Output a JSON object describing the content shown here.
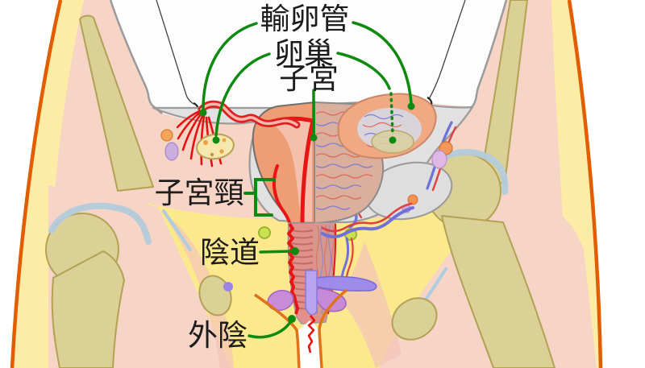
{
  "diagram": {
    "type": "anatomical-illustration",
    "subject": "female reproductive system, frontal view in pelvis"
  },
  "labels": {
    "fallopian_tube": "輸卵管",
    "ovary": "卵巢",
    "uterus": "子宮",
    "cervix": "子宮頸",
    "vagina": "陰道",
    "vulva": "外陰"
  },
  "annotation": {
    "leader_color": "#0e8a10",
    "text_color": "#1c1c1c"
  },
  "palette": {
    "skin_outline_orange": "#e25c00",
    "fat_yellow": "#fdeca6",
    "inner_fat_yellow": "#fce98e",
    "flesh_pink": "#f6d4c6",
    "bone_tan": "#dbd096",
    "cartilage_blue": "#b3cbdc",
    "pelvic_cavity_gray": "#e1e1e1",
    "organ_red": "#e81515",
    "uterus_salmon": "#ef9d74",
    "vessel_blue": "#7070d8",
    "purple_structures": "#9d8ce9",
    "violet_structures": "#c78ad8"
  }
}
